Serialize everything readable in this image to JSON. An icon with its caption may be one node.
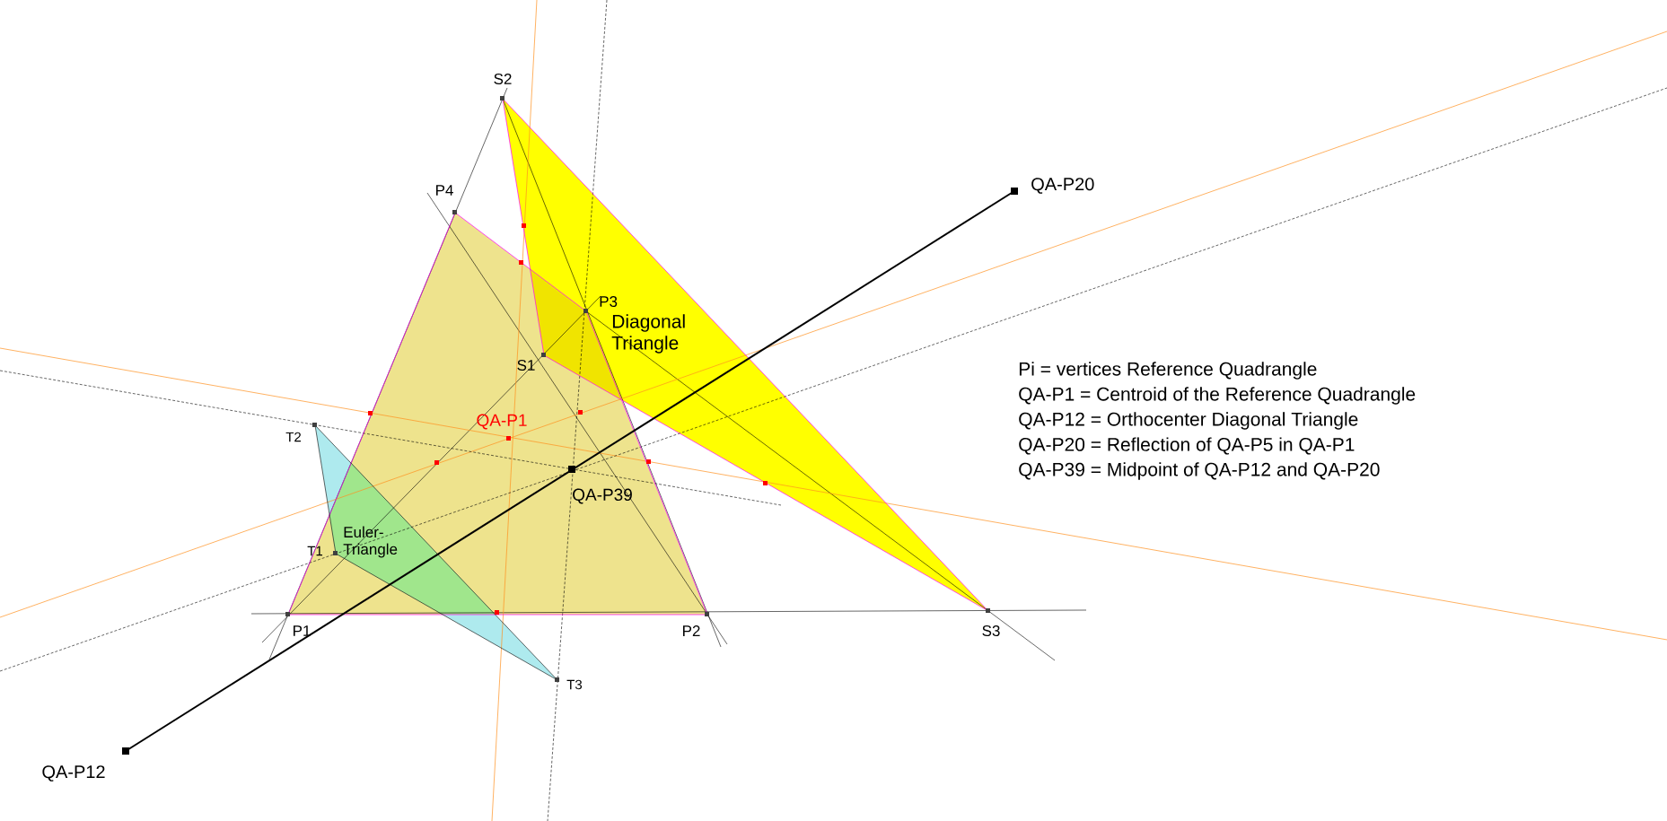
{
  "diagram": {
    "nodes": [
      {
        "text": [
          "Diagonal Triangle"
        ]
      },
      {
        "text": [
          "Euler-Triangle"
        ]
      }
    ],
    "labels": [
      "S2",
      "P4",
      "QA-P20",
      "P3",
      "S1",
      "Pi = vertices Reference Quadrangle",
      "QA-P1 = Centroid of the Reference Quadrangle",
      "QA-P12 = Orthocenter Diagonal Triangle",
      "QA-P20 = Reflection of QA-P5 in QA-P1",
      "QA-P39 = Midpoint of QA-P12 and QA-P20",
      "QA-P1",
      "T2",
      "QA-P39",
      "T1",
      "P1",
      "P2",
      "S3",
      "T3",
      "QA-P12"
    ]
  }
}
